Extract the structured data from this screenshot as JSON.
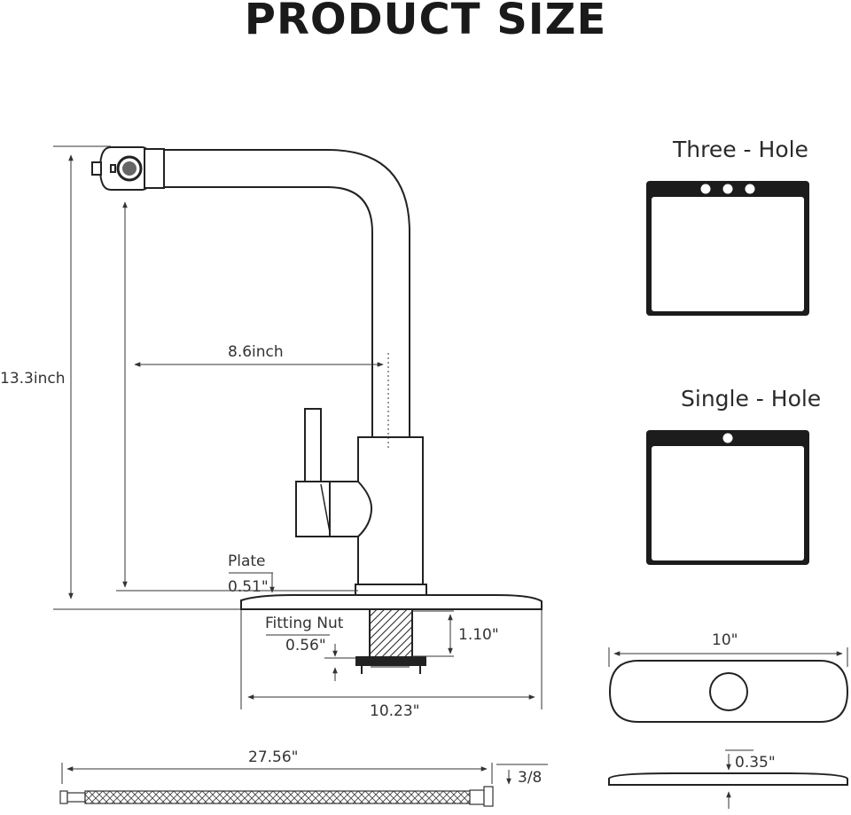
{
  "title": "PRODUCT SIZE",
  "dimensions": {
    "height": "13.3inch",
    "reach": "8.6inch",
    "plate_label": "Plate",
    "plate_thickness": "0.51\"",
    "fitting_nut_label": "Fitting Nut",
    "fitting_nut": "0.56\"",
    "shank": "1.10\"",
    "plate_width": "10.23\"",
    "hose_length": "27.56\"",
    "hose_size": "3/8",
    "deck_plate_width": "10\"",
    "deck_plate_thickness": "0.35\""
  },
  "hole_options": {
    "three": "Three - Hole",
    "single": "Single - Hole"
  }
}
